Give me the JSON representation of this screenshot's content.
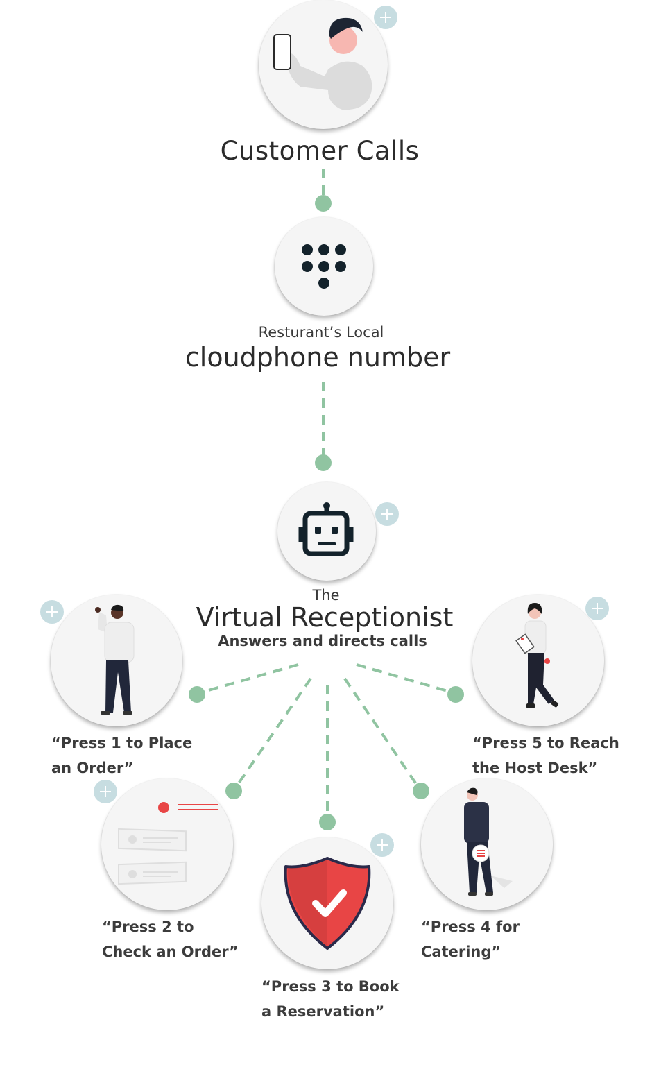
{
  "steps": {
    "customer": {
      "title": "Customer Calls"
    },
    "cloudphone": {
      "subtitle": "Resturant’s Local",
      "title": "cloudphone number"
    },
    "receptionist": {
      "prefix": "The",
      "title": "Virtual Receptionist",
      "subtitle": "Answers and directs calls"
    }
  },
  "options": [
    {
      "line1": "“Press 1 to Place",
      "line2": "an Order”"
    },
    {
      "line1": "“Press 2 to",
      "line2": "Check an Order”"
    },
    {
      "line1": "“Press 3 to Book",
      "line2": "a Reservation”"
    },
    {
      "line1": "“Press 4 for",
      "line2": "Catering”"
    },
    {
      "line1": "“Press 5 to Reach",
      "line2": "the Host Desk”"
    }
  ],
  "icons": {
    "customer": "person-with-phone-illustration",
    "cloudphone": "dialpad-icon",
    "receptionist": "robot-icon",
    "option1": "person-waving-illustration",
    "option2": "order-list-illustration",
    "option3": "shield-check-icon",
    "option4": "person-carrying-food-illustration",
    "option5": "person-with-menu-illustration",
    "expand": "plus-icon"
  },
  "colors": {
    "connector": "#90c4a1",
    "expand_badge": "#c7dde1",
    "accent_red": "#e84545",
    "dark": "#13222b"
  }
}
